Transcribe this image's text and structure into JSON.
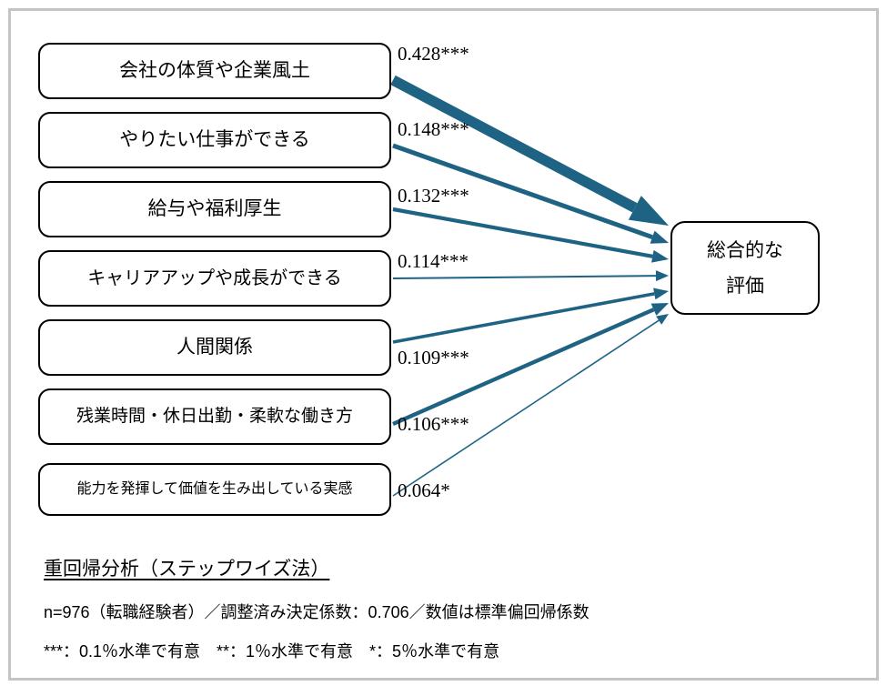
{
  "chart_data": {
    "type": "diagram",
    "title": "重回帰分析（ステップワイズ法）",
    "diagram_kind": "path-diagram",
    "target": {
      "line1": "総合的な",
      "line2": "評価"
    },
    "categories": [
      "会社の体質や企業風土",
      "やりたい仕事ができる",
      "給与や福利厚生",
      "キャリアアップや成長ができる",
      "人間関係",
      "残業時間・休日出勤・柔軟な働き方",
      "能力を発揮して価値を生み出している実感"
    ],
    "values": [
      0.428,
      0.148,
      0.132,
      0.114,
      0.109,
      0.106,
      0.064
    ],
    "value_labels": [
      "0.428***",
      "0.148***",
      "0.132***",
      "0.114***",
      "0.109***",
      "0.106***",
      "0.064*"
    ],
    "significance": [
      "***",
      "***",
      "***",
      "***",
      "***",
      "***",
      "*"
    ],
    "ylabel": "標準偏回帰係数",
    "n": 976,
    "adjusted_r_squared": 0.706,
    "arrow_color": "#1f6384"
  },
  "predictors": [
    {
      "label": "会社の体質や企業風土",
      "coef": "0.428***",
      "font_size": "21px"
    },
    {
      "label": "やりたい仕事ができる",
      "coef": "0.148***",
      "font_size": "21px"
    },
    {
      "label": "給与や福利厚生",
      "coef": "0.132***",
      "font_size": "21px"
    },
    {
      "label": "キャリアアップや成長ができる",
      "coef": "0.114***",
      "font_size": "20px"
    },
    {
      "label": "人間関係",
      "coef": "0.109***",
      "font_size": "21px"
    },
    {
      "label": "残業時間・休日出勤・柔軟な働き方",
      "coef": "0.106***",
      "font_size": "19px"
    },
    {
      "label": "能力を発揮して価値を生み出している実感",
      "coef": "0.064*",
      "font_size": "16px"
    }
  ],
  "outcome": {
    "line1": "総合的な",
    "line2": "評価"
  },
  "notes": {
    "title": "重回帰分析（ステップワイズ法）",
    "line1": "n=976（転職経験者）／調整済み決定係数：0.706／数値は標準偏回帰係数",
    "line2": "***：0.1％水準で有意　**：1％水準で有意　*：5％水準で有意"
  },
  "colors": {
    "arrow": "#1f6384",
    "box_border": "#000000",
    "frame": "#c4c4c4",
    "background": "#ffffff",
    "text": "#000000"
  }
}
